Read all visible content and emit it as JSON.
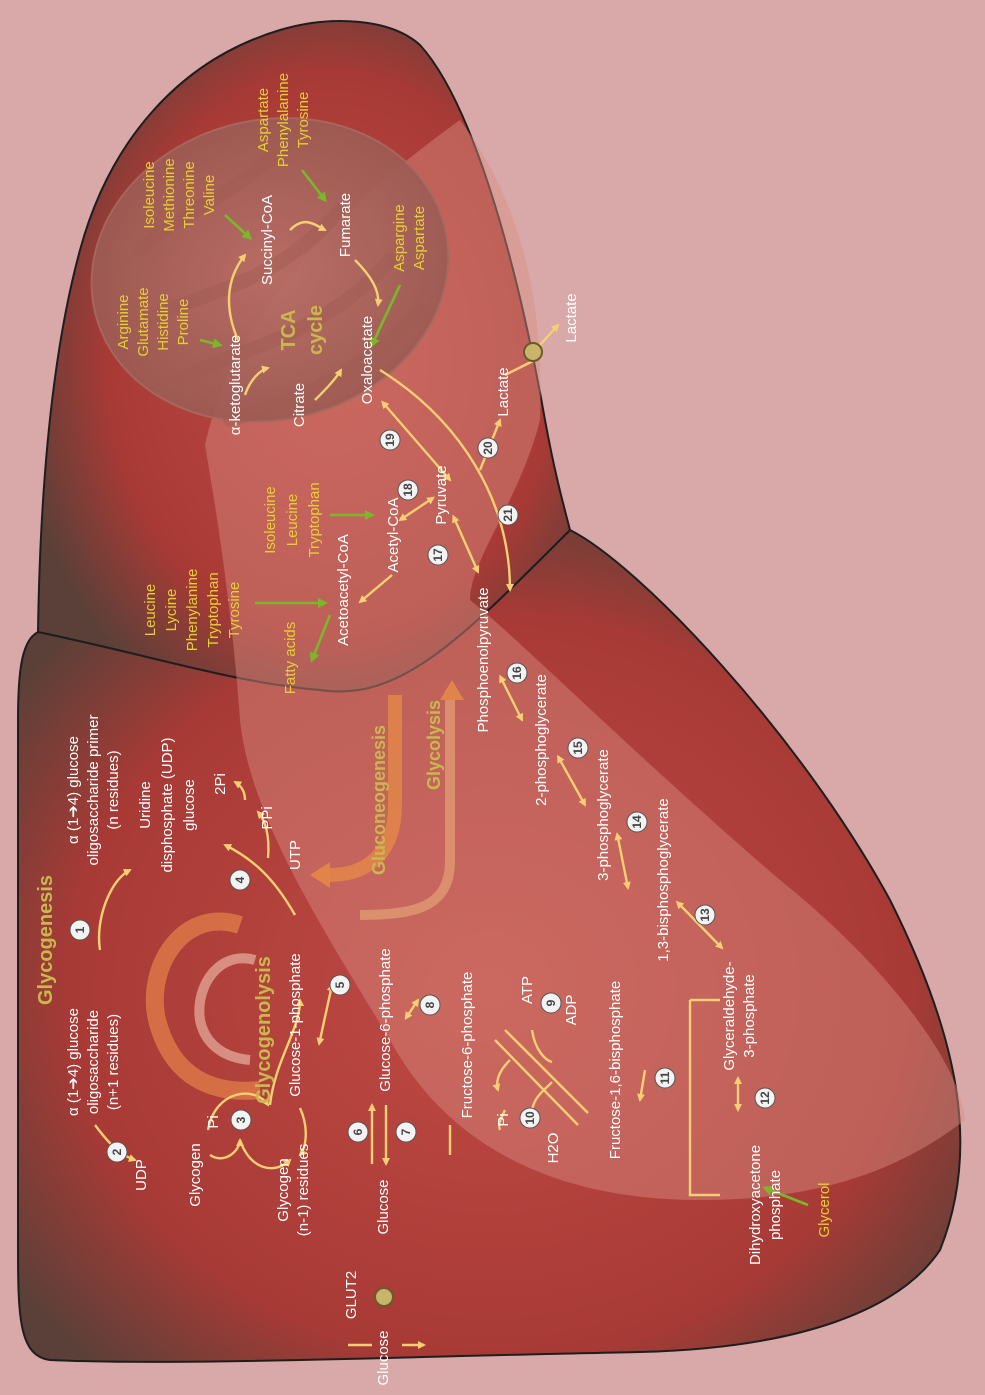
{
  "labels": {
    "glucose_out": "Glucose",
    "glut2": "GLUT2",
    "glucose": "Glucose",
    "glycogen_n1": "Glycogen",
    "glycogen_n1_sub": "(n-1) residues",
    "glycogen": "Glycogen",
    "udp": "UDP",
    "oligo_n1_l1": "α (1➔4) glucose",
    "oligo_n1_l2": "oligosaccharide",
    "oligo_n1_l3": "(n+1 residues)",
    "glycogenesis": "Glycogenesis",
    "primer_l1": "α (1➔4) glucose",
    "primer_l2": "oligosaccharide primer",
    "primer_l3": "(n residues)",
    "udpg_l1": "Uridine",
    "udpg_l2": "disphosphate (UDP)",
    "udpg_l3": "glucose",
    "two_pi": "2Pi",
    "ppi": "PPi",
    "utp": "UTP",
    "pi_top": "Pi",
    "glycogenolysis": "Glycogenolysis",
    "g1p": "Glucose-1-phosphate",
    "g6p": "Glucose-6-phosphate",
    "f6p": "Fructose-6-phosphate",
    "atp": "ATP",
    "adp": "ADP",
    "pi_bottom": "Pi",
    "h2o": "H2O",
    "f16bp": "Fructose-1,6-bisphosphate",
    "dhap_l1": "Dihydroxyacetone",
    "dhap_l2": "phosphate",
    "glycerol": "Glycerol",
    "g3p_l1": "Glyceraldehyde-",
    "g3p_l2": "3-phosphate",
    "bpg13": "1,3-bisphosphoglycerate",
    "pg3": "3-phosphoglycerate",
    "pg2": "2-phosphoglycerate",
    "pep": "Phosphoenolpyruvate",
    "gluconeogenesis": "Gluconeogenesis",
    "glycolysis": "Glycolysis",
    "fatty_acids": "Fatty acids",
    "acetoacetyl": "Acetoacetyl-CoA",
    "acetyl": "Acetyl-CoA",
    "pyruvate": "Pyruvate",
    "lactate_in": "Lactate",
    "lactate_out": "Lactate",
    "oxaloacetate": "Oxaloacetate",
    "citrate": "Citrate",
    "akg": "α-ketoglutarate",
    "succinyl": "Succinyl-CoA",
    "fumarate": "Fumarate",
    "tca_l1": "TCA",
    "tca_l2": "cycle"
  },
  "amino_acid_groups": {
    "ketogenic_five": [
      "Leucine",
      "Lycine",
      "Phenylanine",
      "Tryptophan",
      "Tyrosine"
    ],
    "ile_leu_trp": [
      "Isoleucine",
      "Leucine",
      "Tryptophan"
    ],
    "akg_group": [
      "Arginine",
      "Glutamate",
      "Histidine",
      "Proline"
    ],
    "succinyl_group": [
      "Isoleucine",
      "Methionine",
      "Threonine",
      "Valine"
    ],
    "fumarate_group": [
      "Aspartate",
      "Phenylalanine",
      "Tyrosine"
    ],
    "oxaloacetate_group": [
      "Aspargine",
      "Aspartate"
    ]
  },
  "step_numbers": [
    "1",
    "2",
    "3",
    "4",
    "5",
    "6",
    "7",
    "8",
    "9",
    "10",
    "11",
    "12",
    "13",
    "14",
    "15",
    "16",
    "17",
    "18",
    "19",
    "20",
    "21"
  ],
  "colors": {
    "background": "#d9a9a9",
    "cell_fill": "#b0403c",
    "cytosol_overlay": "#d98c80",
    "arrow": "#f5cf72",
    "amino_arrow": "#7ab82a",
    "amino_text": "#e6d030",
    "title_text": "#c9b84e",
    "big_arrow": "#e0844a"
  }
}
